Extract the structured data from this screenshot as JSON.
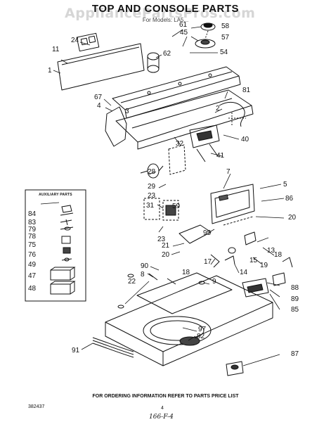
{
  "title": "TOP AND CONSOLE PARTS",
  "subtitle": "For Models: LA5...",
  "watermark": "AppliancePartsPros.com",
  "aux_title": "AUXILIARY PARTS",
  "footer": "FOR ORDERING INFORMATION REFER TO PARTS PRICE LIST",
  "code": "382437",
  "page_number": "4",
  "handwritten": "166-F-4",
  "callouts": {
    "c24": "24",
    "c11": "11",
    "c1": "1",
    "c67": "67",
    "c4": "4",
    "c61": "61",
    "c45": "45",
    "c62": "62",
    "c3": "3",
    "c58": "58",
    "c57": "57",
    "c54": "54",
    "c81": "81",
    "c2": "2",
    "c32": "32",
    "c40": "40",
    "c41": "41",
    "c28": "28",
    "c29": "29",
    "c23a": "23",
    "c31": "31",
    "c59": "59",
    "c23b": "23",
    "c7": "7",
    "c5": "5",
    "c86": "86",
    "c20a": "20",
    "c95": "95",
    "c21": "21",
    "c20b": "20",
    "c90": "90",
    "c18a": "18",
    "c8": "8",
    "c22": "22",
    "c17": "17",
    "c9": "9",
    "c14": "14",
    "c15": "15",
    "c19": "19",
    "c13": "13",
    "c18b": "18",
    "c88": "88",
    "c89": "89",
    "c85": "85",
    "c97": "97",
    "c82": "82",
    "c91": "91",
    "c87": "87",
    "c84": "84",
    "c83": "83",
    "c79": "79",
    "c78": "78",
    "c75": "75",
    "c76": "76",
    "c49": "49",
    "c47": "47",
    "c48": "48"
  }
}
